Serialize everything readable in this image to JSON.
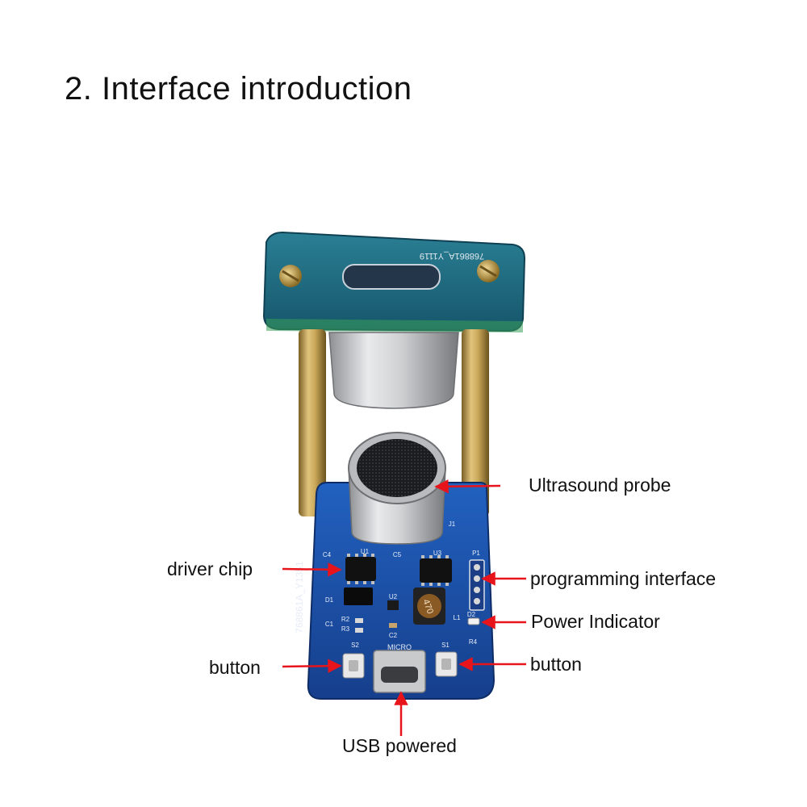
{
  "heading": "2. Interface introduction",
  "labels": {
    "ultrasound_probe": "Ultrasound probe",
    "driver_chip": "driver chip",
    "programming_interface": "programming interface",
    "power_indicator": "Power Indicator",
    "button_left": "button",
    "button_right": "button",
    "usb_powered": "USB powered"
  },
  "pcb_text": {
    "top_board_code": "768861A_Y1119",
    "main_board_code": "768861A_Y1351",
    "usb_marking": "MICRO",
    "inductor_marking": "470",
    "silk_labels": [
      "C4",
      "U1",
      "C5",
      "U3",
      "D1",
      "C1",
      "R2",
      "R3",
      "U2",
      "C2",
      "L1",
      "D2",
      "R4",
      "S1",
      "S2",
      "P1",
      "J1"
    ]
  },
  "colors": {
    "arrow": "#e8141b",
    "pcb_top": "#1f6e86",
    "pcb_main": "#1a4fa8",
    "brass": "#c9a85a"
  }
}
